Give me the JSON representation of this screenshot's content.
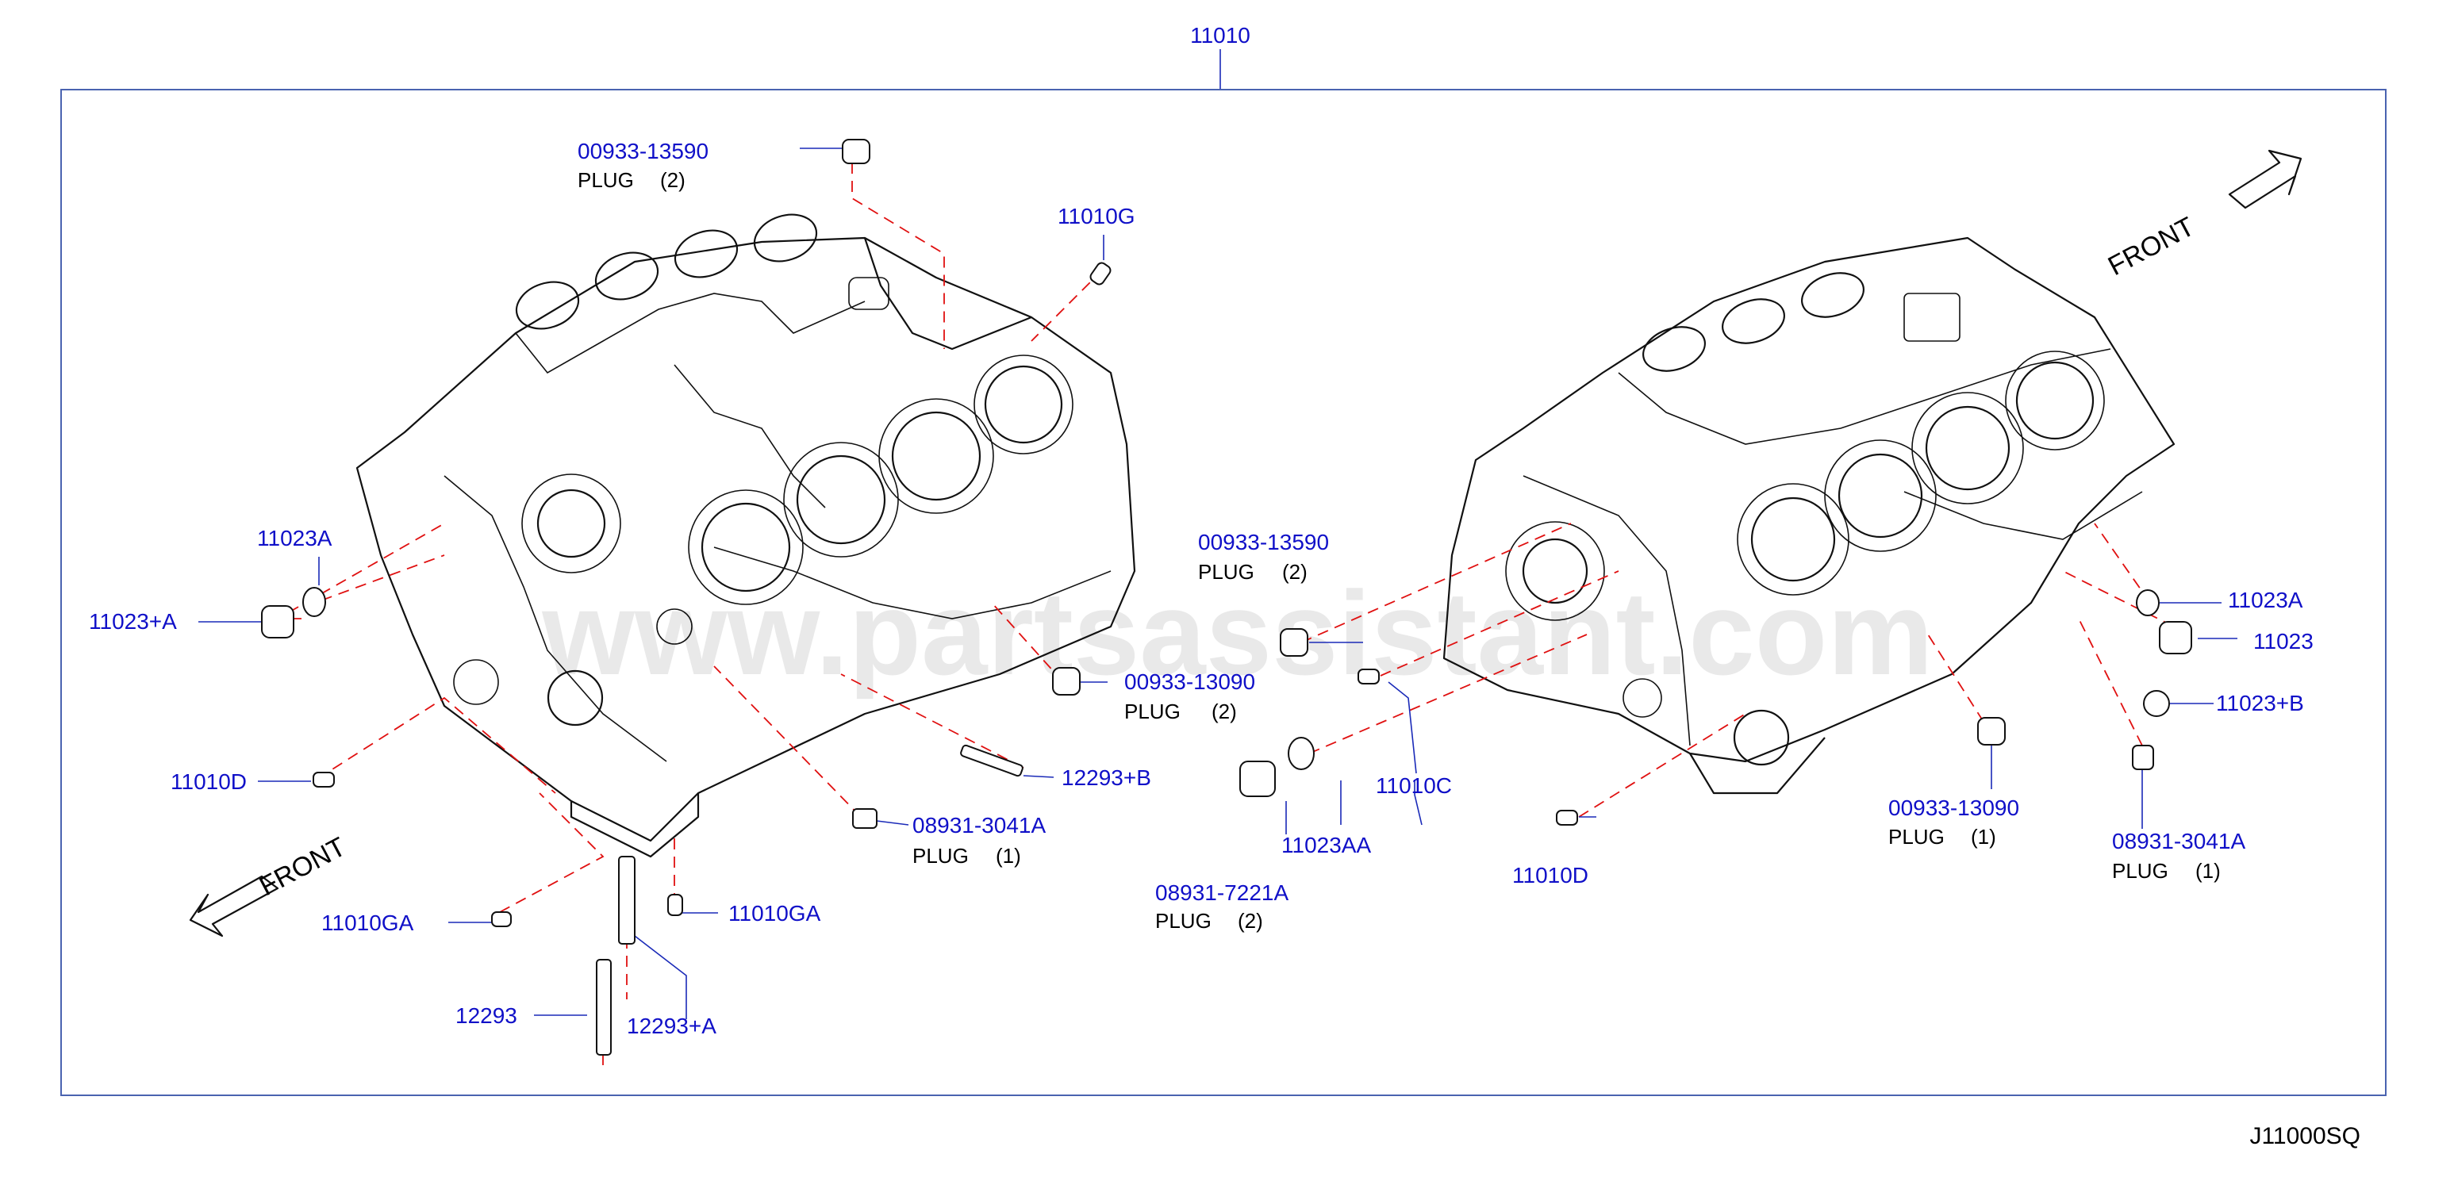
{
  "assembly": {
    "part_no": "11010"
  },
  "diagram_code": "J11000SQ",
  "watermark": "www.partsassistant.com",
  "front_labels": [
    "FRONT",
    "FRONT"
  ],
  "callouts": [
    {
      "id": "c1",
      "part_no": "00933-13590",
      "desc": "PLUG",
      "qty": "(2)"
    },
    {
      "id": "c2",
      "part_no": "11010G"
    },
    {
      "id": "c3",
      "part_no": "11023A"
    },
    {
      "id": "c4",
      "part_no": "11023+A"
    },
    {
      "id": "c5",
      "part_no": "00933-13090",
      "desc": "PLUG",
      "qty": "(2)"
    },
    {
      "id": "c6",
      "part_no": "12293+B"
    },
    {
      "id": "c7",
      "part_no": "08931-3041A",
      "desc": "PLUG",
      "qty": "(1)"
    },
    {
      "id": "c8",
      "part_no": "11010D"
    },
    {
      "id": "c9",
      "part_no": "11010GA"
    },
    {
      "id": "c10",
      "part_no": "11010GA"
    },
    {
      "id": "c11",
      "part_no": "12293"
    },
    {
      "id": "c12",
      "part_no": "12293+A"
    },
    {
      "id": "c13",
      "part_no": "00933-13590",
      "desc": "PLUG",
      "qty": "(2)"
    },
    {
      "id": "c14",
      "part_no": "11010C"
    },
    {
      "id": "c15",
      "part_no": "08931-7221A",
      "desc": "PLUG",
      "qty": "(2)"
    },
    {
      "id": "c16",
      "part_no": "11023AA"
    },
    {
      "id": "c17",
      "part_no": "11010D"
    },
    {
      "id": "c18",
      "part_no": "11023A"
    },
    {
      "id": "c19",
      "part_no": "11023"
    },
    {
      "id": "c20",
      "part_no": "11023+B"
    },
    {
      "id": "c21",
      "part_no": "00933-13090",
      "desc": "PLUG",
      "qty": "(1)"
    },
    {
      "id": "c22",
      "part_no": "08931-3041A",
      "desc": "PLUG",
      "qty": "(1)"
    }
  ]
}
